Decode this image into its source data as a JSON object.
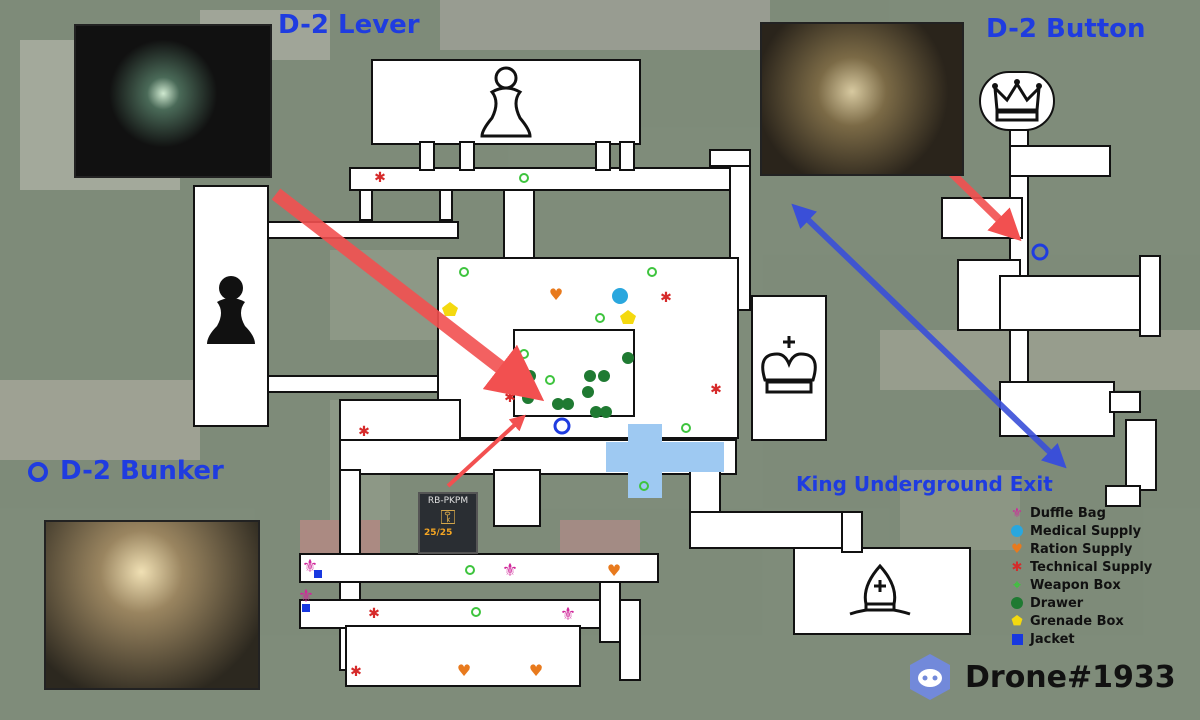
{
  "titles": {
    "d2_lever": "D-2 Lever",
    "d2_button": "D-2 Button",
    "d2_bunker": "D-2 Bunker",
    "king_exit": "King Underground Exit"
  },
  "key_item": {
    "name": "RB-PKPM",
    "uses": "25/25"
  },
  "legend": [
    {
      "label": "Duffle Bag",
      "icon": "fleur-de-lis-icon",
      "color": "#d0289a"
    },
    {
      "label": "Medical Supply",
      "icon": "circle-icon",
      "color": "#2aa7de"
    },
    {
      "label": "Ration Supply",
      "icon": "heart-icon",
      "color": "#e87a1d"
    },
    {
      "label": "Technical Supply",
      "icon": "paw-icon",
      "color": "#d62a2a"
    },
    {
      "label": "Weapon Box",
      "icon": "crosshair-icon",
      "color": "#3ec43e"
    },
    {
      "label": "Drawer",
      "icon": "dot-icon",
      "color": "#1f7a32"
    },
    {
      "label": "Grenade Box",
      "icon": "pentagon-icon",
      "color": "#f4d90f"
    },
    {
      "label": "Jacket",
      "icon": "square-icon",
      "color": "#1838e0"
    }
  ],
  "watermark": {
    "handle": "Drone#1933",
    "icon": "discord-icon"
  },
  "colors": {
    "title_blue": "#1f3ce0",
    "arrow_red": "#f25050",
    "arrow_blue": "#3a4fd8",
    "highlight_blue": "#9ec9f2"
  }
}
